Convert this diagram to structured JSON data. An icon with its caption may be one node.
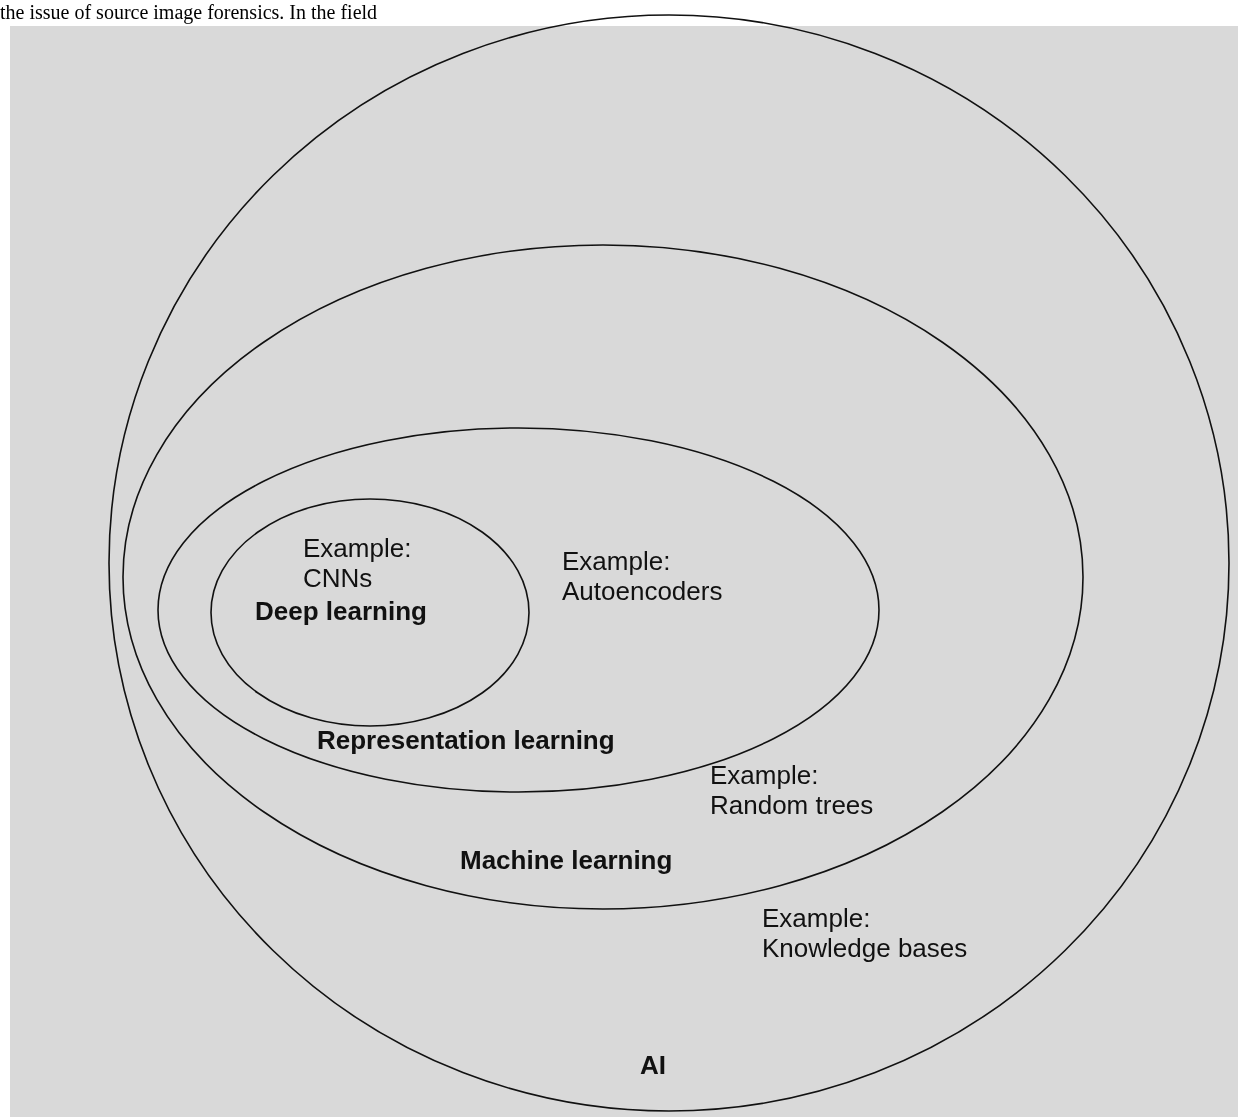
{
  "diagram": {
    "nodes": [
      {
        "text": [
          "Example: Knowledge bases",
          "AI"
        ]
      },
      {
        "text": [
          "Example: Random trees",
          "Machine learning"
        ],
        "in": 0
      },
      {
        "text": [
          "Example: Autoencoders",
          "Representation learning"
        ],
        "in": 1
      },
      {
        "text": [
          "Example: CNNs",
          "Deep learning"
        ],
        "in": 2
      }
    ],
    "edges": [],
    "labels": [
      "the issue of source image forensics. In the field"
    ]
  }
}
